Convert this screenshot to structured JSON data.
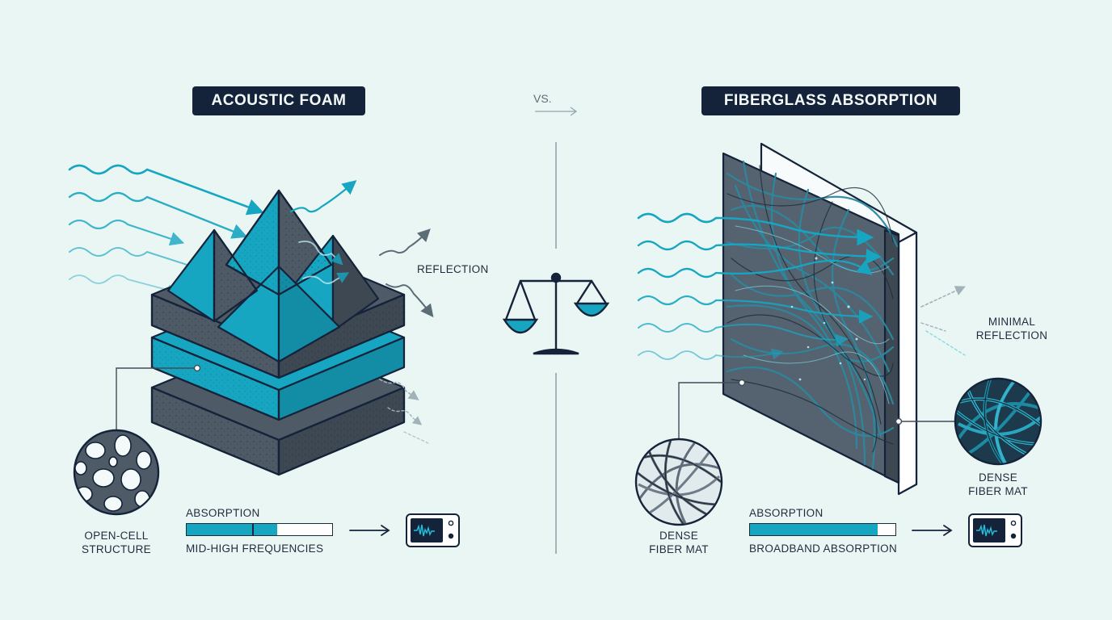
{
  "vs_label": "VS.",
  "left": {
    "title": "ACOUSTIC FOAM",
    "reflection_label": "REFLECTION",
    "structure_label_1": "OPEN-CELL",
    "structure_label_2": "STRUCTURE",
    "absorption_label": "ABSORPTION",
    "absorption_level": 0.62,
    "frequency_label": "MID-HIGH FREQUENCIES"
  },
  "right": {
    "title": "FIBERGLASS ABSORPTION",
    "reflection_label_1": "MINIMAL",
    "reflection_label_2": "REFLECTION",
    "mat_label_1": "DENSE",
    "mat_label_2": "FIBER MAT",
    "mat_side_label_1": "DENSE",
    "mat_side_label_2": "FIBER MAT",
    "absorption_label": "ABSORPTION",
    "absorption_level": 0.88,
    "frequency_label": "BROADBAND ABSORPTION"
  },
  "colors": {
    "background": "#eaf6f4",
    "dark_navy": "#14233a",
    "accent_teal": "#17a6c2",
    "foam_gray": "#4e5a66"
  },
  "icons": [
    "sound-wave-icon",
    "balance-scale-icon",
    "arrow-right-icon",
    "audio-monitor-icon"
  ]
}
